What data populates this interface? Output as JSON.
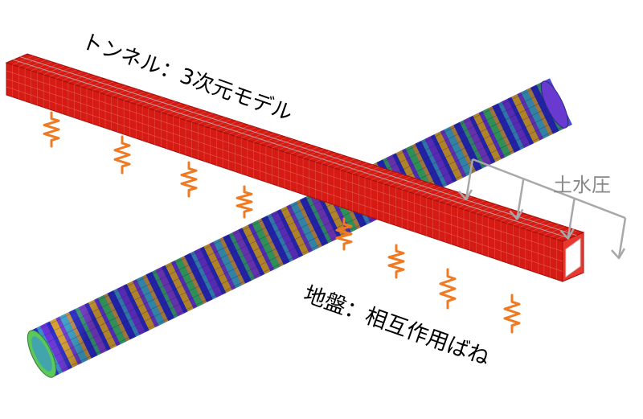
{
  "labels": {
    "tunnel_model": "トンネル：3次元モデル",
    "earth_pressure": "土水圧",
    "ground_springs": "地盤：相互作用ばね"
  },
  "colors": {
    "tunnel_red": "#d61b14",
    "tunnel_red_dark": "#a30f0a",
    "tunnel_red_light": "#e8382f",
    "mesh_line": "#f0a098",
    "spring_orange": "#f07a22",
    "pressure_arrow": "#a8a8a8",
    "pipe_bands": [
      "#2a2ac8",
      "#6a34d8",
      "#d8a030",
      "#3aa0c8",
      "#2a2ac8",
      "#7a3cd0",
      "#d8a030",
      "#38b06a"
    ],
    "text": "#000000",
    "pressure_text": "#888888"
  },
  "icons": [
    "spring-icon",
    "pressure-arrow-icon"
  ]
}
